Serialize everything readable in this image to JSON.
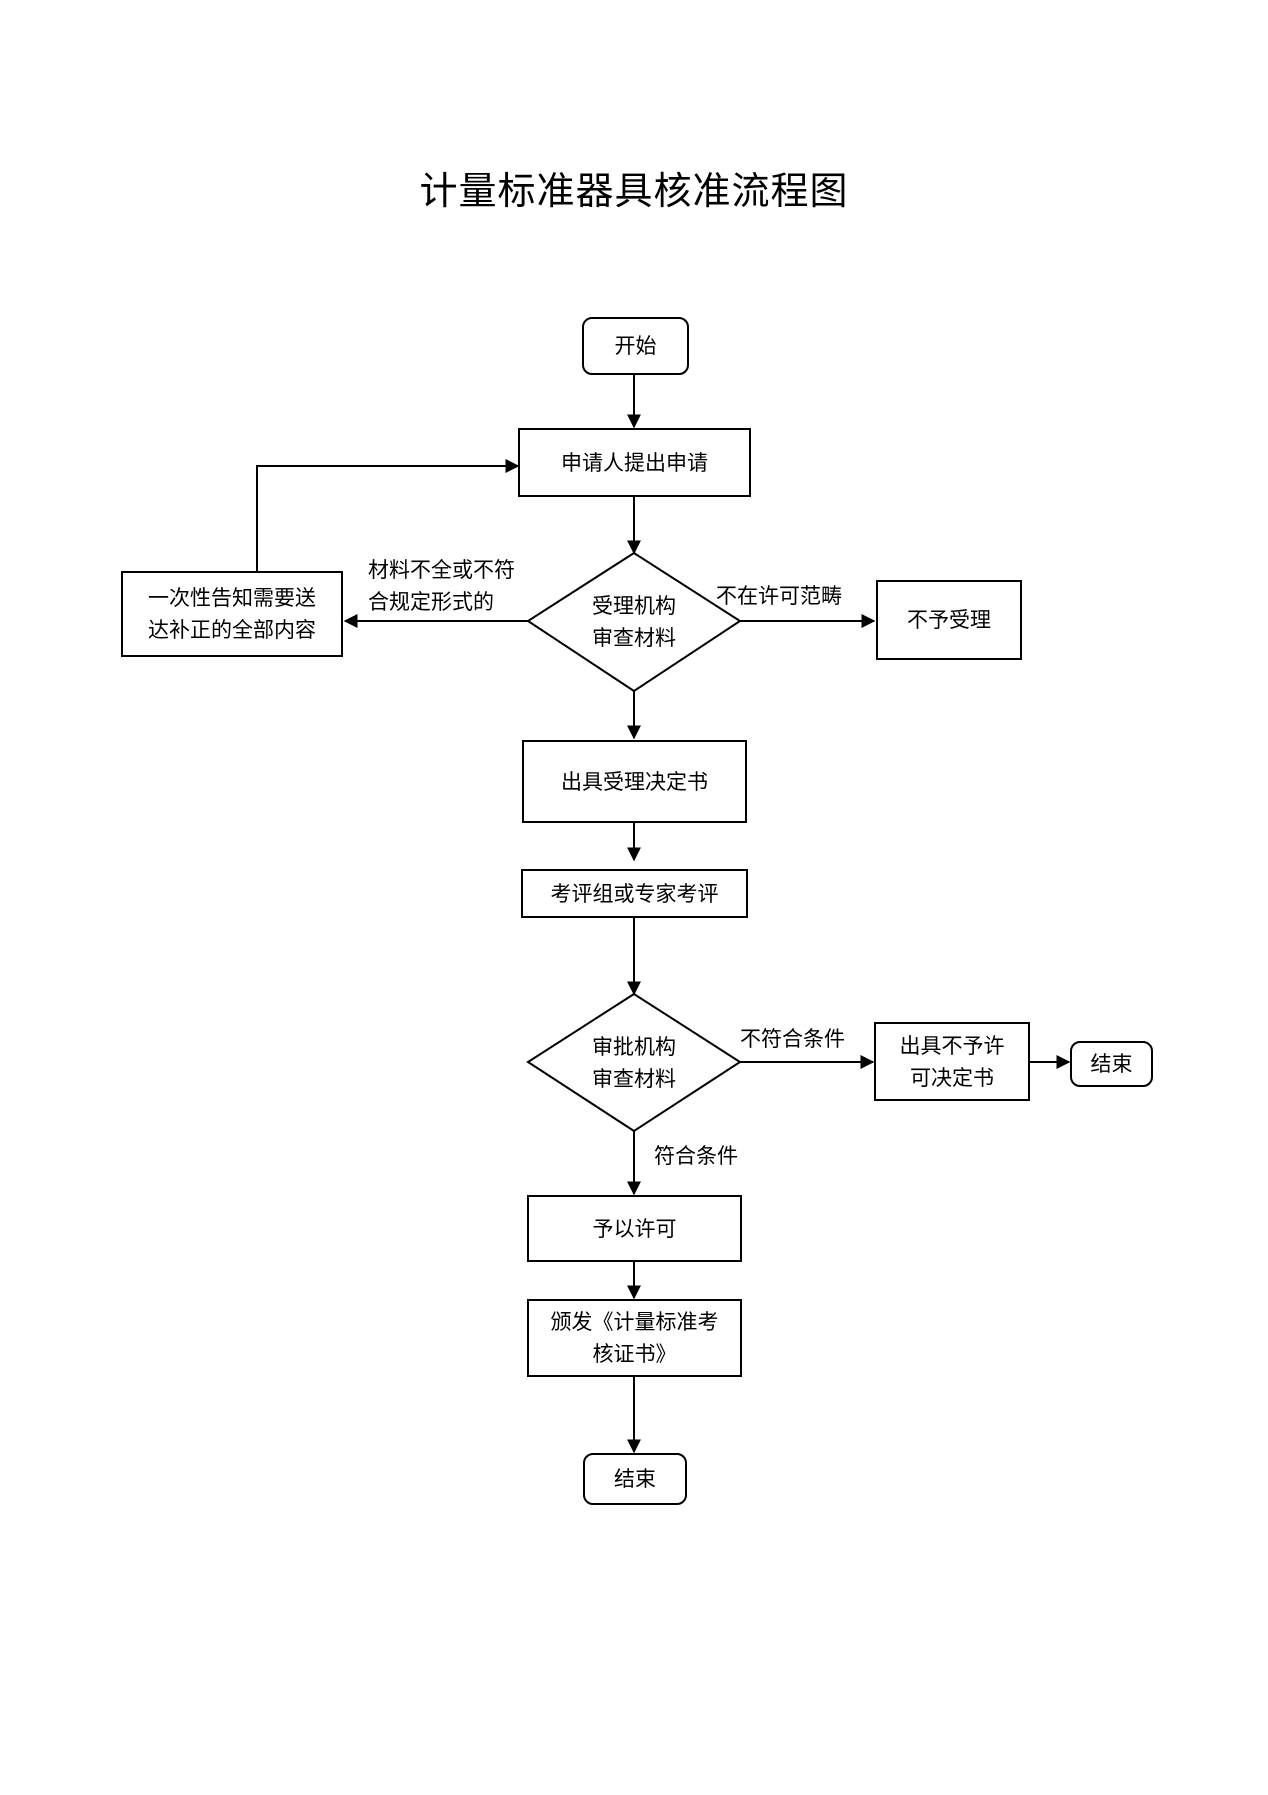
{
  "title": "计量标准器具核准流程图",
  "nodes": {
    "start": "开始",
    "apply": "申请人提出申请",
    "review_accept": "受理机构\n审查材料",
    "notify_correct": "一次性告知需要送\n达补正的全部内容",
    "reject_accept": "不予受理",
    "accept_decision": "出具受理决定书",
    "evaluation": "考评组或专家考评",
    "review_approve": "审批机构\n审查材料",
    "deny_decision": "出具不予许\n可决定书",
    "end_right": "结束",
    "grant": "予以许可",
    "issue_cert": "颁发《计量标准考\n核证书》",
    "end_bottom": "结束"
  },
  "edge_labels": {
    "incomplete": "材料不全或不符\n合规定形式的",
    "out_of_scope": "不在许可范畴",
    "not_qualified": "不符合条件",
    "qualified": "符合条件"
  }
}
